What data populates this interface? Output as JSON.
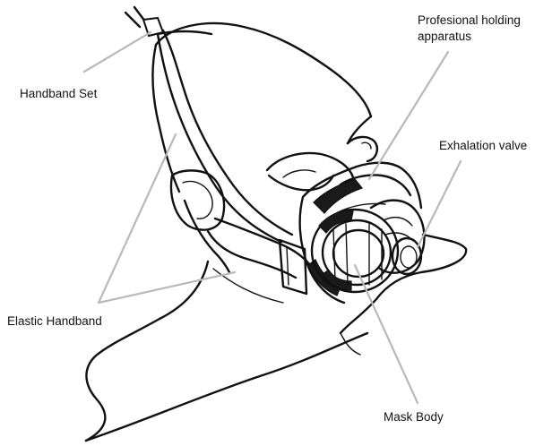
{
  "labels": {
    "handband_set": "Handband Set",
    "holding_line1": "Profesional holding",
    "holding_line2": "apparatus",
    "exhalation_valve": "Exhalation valve",
    "elastic_handband": "Elastic Handband",
    "mask_body": "Mask Body"
  },
  "colors": {
    "ink": "#111111",
    "leader": "#b9b9b9",
    "background": "#ffffff"
  }
}
